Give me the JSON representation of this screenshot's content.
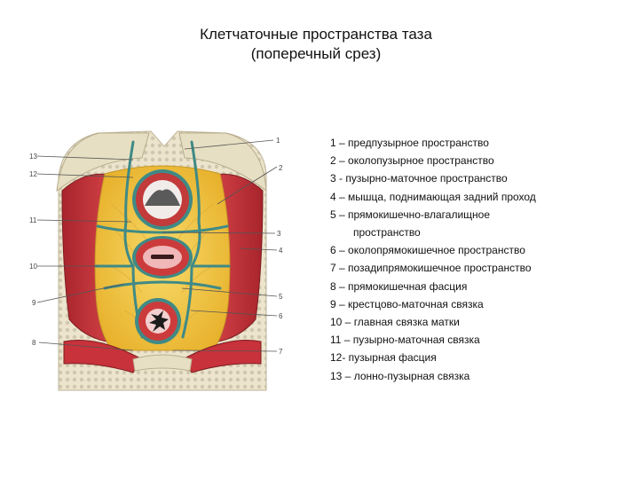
{
  "title": {
    "line1": "Клетчаточные пространства таза",
    "line2": "(поперечный срез)"
  },
  "legend": [
    "1 – предпузырное пространство",
    "2 – околопузырное пространство",
    "3 - пузырно-маточное пространство",
    "4 – мышца, поднимающая задний проход",
    "5 – прямокишечно-влагалищное",
    "пространство",
    "6 – околопрямокишечное пространство",
    "7 – позадипрямокишечное пространство",
    "8 – прямокишечная фасция",
    "9 – крестцово-маточная связка",
    "10 – главная связка матки",
    "11 – пузырно-маточная связка",
    "12- пузырная фасция",
    "13 – лонно-пузырная связка"
  ],
  "figure_labels": {
    "l1": "1",
    "l2": "2",
    "l3": "3",
    "l4": "4",
    "l5": "5",
    "l6": "6",
    "l7": "7",
    "l8": "8",
    "l9": "9",
    "l10": "10",
    "l11": "11",
    "l12": "12",
    "l13": "13"
  },
  "colors": {
    "fat": "#f2c63a",
    "muscle": "#c8323a",
    "fascia": "#3f8a86",
    "bone": "#ece4cc",
    "organ_wall": "#c23a3a"
  }
}
